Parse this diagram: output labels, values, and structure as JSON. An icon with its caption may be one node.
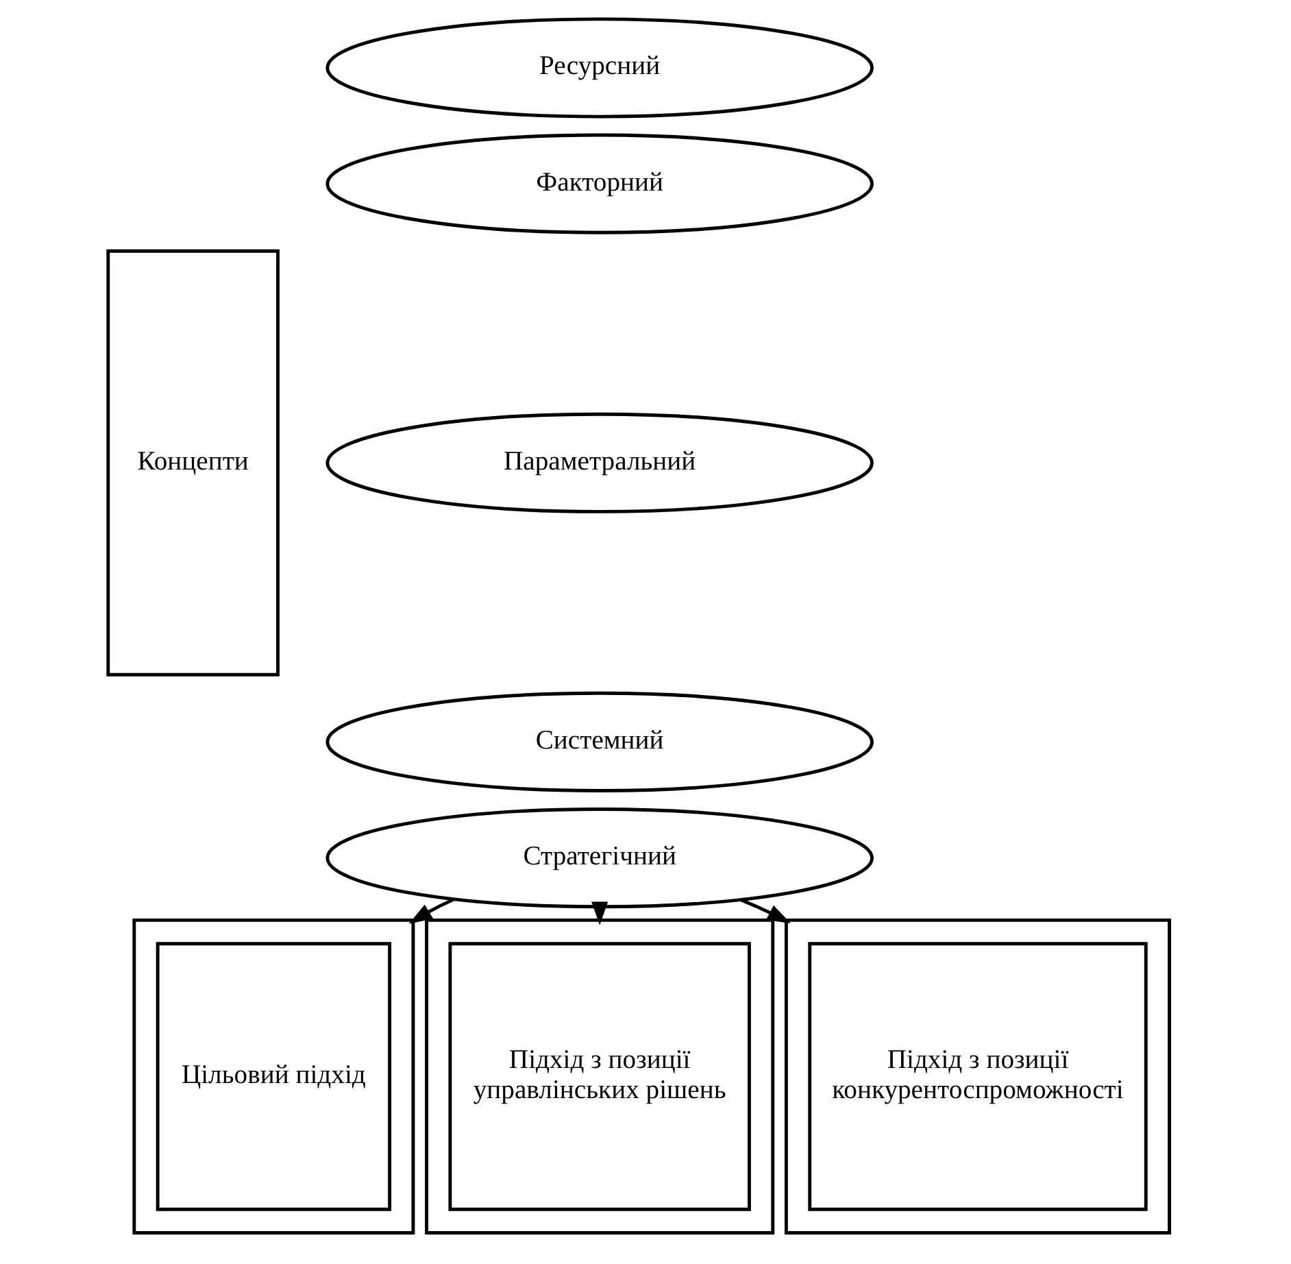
{
  "diagram": {
    "nodes": [
      {
        "text": [
          "Концепти"
        ]
      },
      {
        "text": [
          "Ресурсний"
        ]
      },
      {
        "text": [
          "Факторний"
        ]
      },
      {
        "text": [
          "Параметральний"
        ]
      },
      {
        "text": [
          "Системний"
        ]
      },
      {
        "text": [
          "Стратегічний"
        ]
      },
      {
        "text": [],
        "shape": "box"
      },
      {
        "text": [
          "Цільовий підхід"
        ],
        "in": 6
      },
      {
        "text": [],
        "shape": "box"
      },
      {
        "text": [
          "Підхід з позиції управлінських рішень"
        ],
        "in": 8
      },
      {
        "text": [],
        "shape": "box"
      },
      {
        "text": [
          "Підхід з позиції конкурентоспроможності"
        ],
        "in": 10
      }
    ],
    "edges": [
      {
        "from": 5,
        "to": 6,
        "arrow": "to"
      },
      {
        "from": 5,
        "to": 8,
        "arrow": "to"
      },
      {
        "from": 5,
        "to": 10,
        "arrow": "to"
      }
    ]
  }
}
